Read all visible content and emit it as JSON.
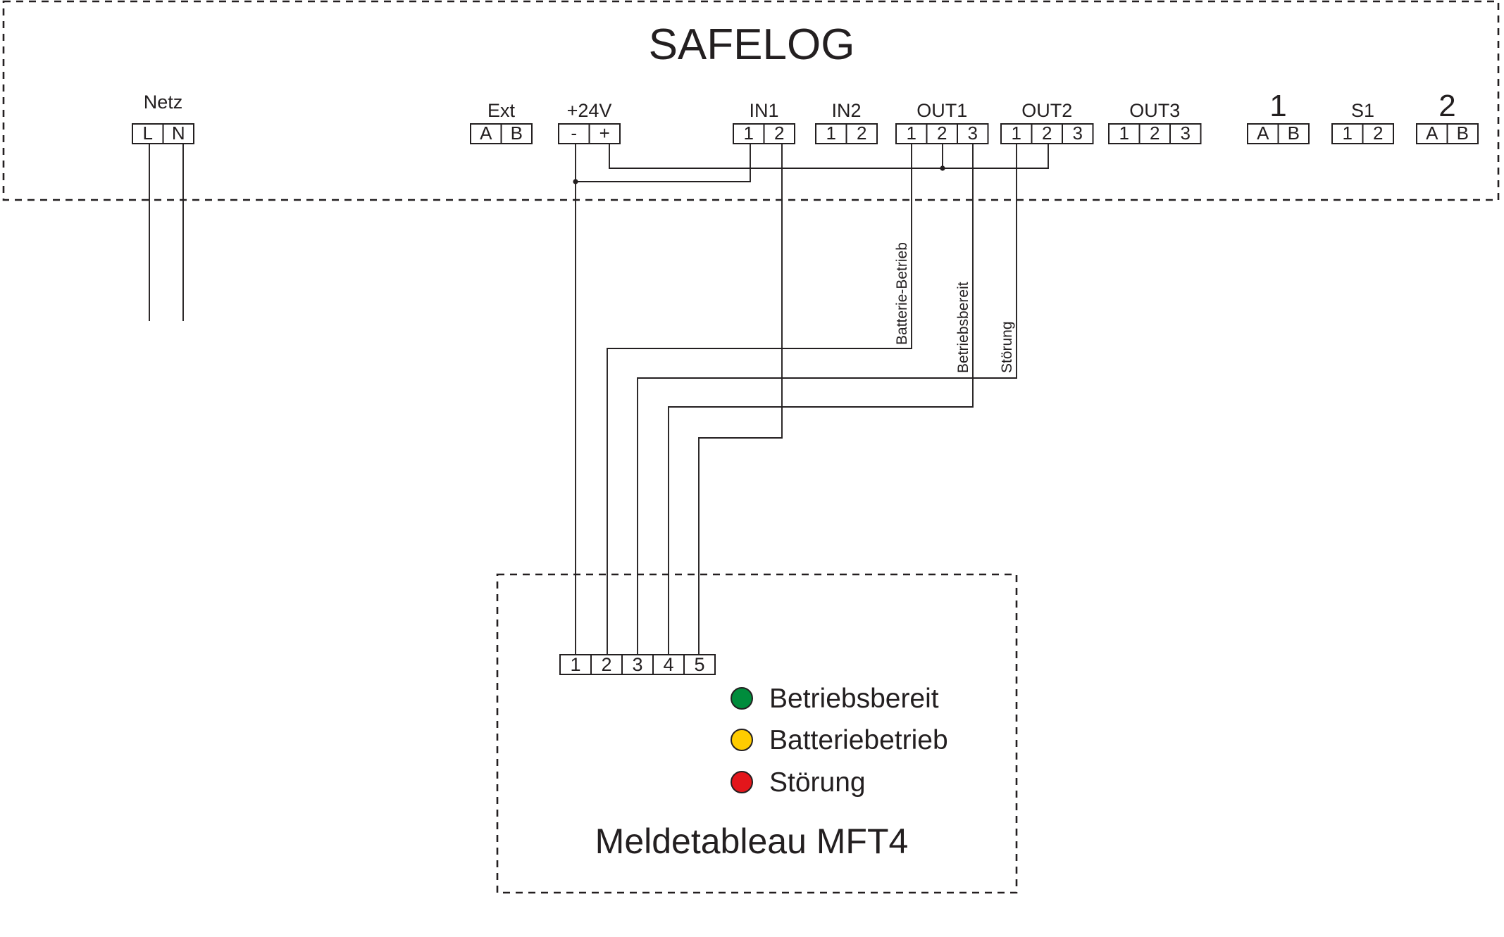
{
  "safelog": {
    "title": "SAFELOG",
    "groups": [
      {
        "label": "Netz",
        "terminals": [
          "L",
          "N"
        ]
      },
      {
        "label": "Ext",
        "terminals": [
          "A",
          "B"
        ]
      },
      {
        "label": "+24V",
        "terminals": [
          "-",
          "+"
        ]
      },
      {
        "label": "IN1",
        "terminals": [
          "1",
          "2"
        ]
      },
      {
        "label": "IN2",
        "terminals": [
          "1",
          "2"
        ]
      },
      {
        "label": "OUT1",
        "terminals": [
          "1",
          "2",
          "3"
        ]
      },
      {
        "label": "OUT2",
        "terminals": [
          "1",
          "2",
          "3"
        ]
      },
      {
        "label": "OUT3",
        "terminals": [
          "1",
          "2",
          "3"
        ]
      },
      {
        "label": "1",
        "terminals": [
          "A",
          "B"
        ]
      },
      {
        "label": "S1",
        "terminals": [
          "1",
          "2"
        ]
      },
      {
        "label": "2",
        "terminals": [
          "A",
          "B"
        ]
      }
    ]
  },
  "wire_labels": [
    "Batterie-Betrieb",
    "Betriebsbereit",
    "Störung"
  ],
  "mft4": {
    "title": "Meldetableau MFT4",
    "terminals": [
      "1",
      "2",
      "3",
      "4",
      "5"
    ],
    "indicators": [
      {
        "label": "Betriebsbereit",
        "color": "#008c3c"
      },
      {
        "label": "Batteriebetrieb",
        "color": "#ffcc00"
      },
      {
        "label": "Störung",
        "color": "#e3161b"
      }
    ]
  }
}
